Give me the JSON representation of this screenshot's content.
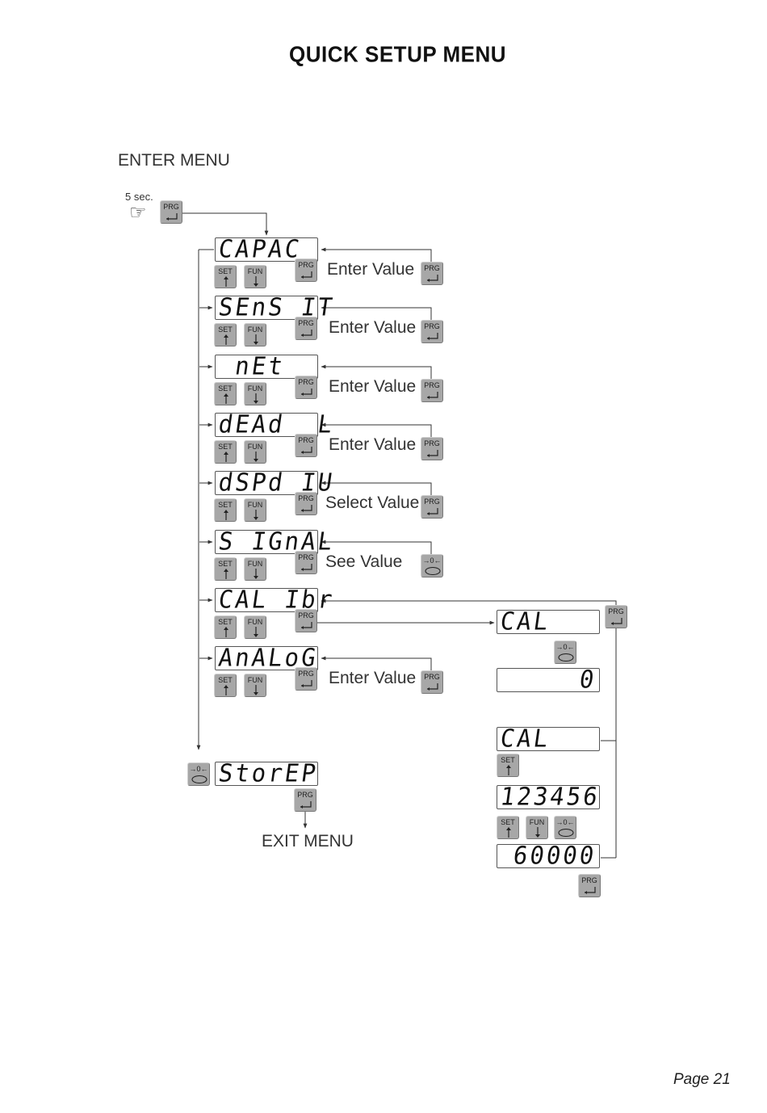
{
  "page": {
    "title": "QUICK SETUP MENU",
    "page_number": "Page 21"
  },
  "labels": {
    "enter_menu": "ENTER MENU",
    "exit_menu": "EXIT MENU",
    "hold_time": "5 sec.",
    "enter_value": "Enter Value",
    "select_value": "Select Value",
    "see_value": "See Value"
  },
  "keys": {
    "prg": "PRG",
    "set": "SET",
    "fun": "FUN",
    "zero": "→0←"
  },
  "menu_items": [
    {
      "display": "CAPAC",
      "action": "Enter Value"
    },
    {
      "display": "SEnS IT",
      "action": "Enter Value"
    },
    {
      "display": " nEt",
      "action": "Enter Value"
    },
    {
      "display": "dEAd  L",
      "action": "Enter Value"
    },
    {
      "display": "dSPd IU",
      "action": "Select Value"
    },
    {
      "display": "S IGnAL",
      "action": "See Value"
    },
    {
      "display": "CAL Ibr",
      "action": ""
    },
    {
      "display": "AnALoG",
      "action": "Enter Value"
    }
  ],
  "store_display": "StorEP",
  "calibration": {
    "display_1": "CAL",
    "display_2": "0",
    "display_3": "CAL",
    "display_4": "123456",
    "display_5": "60000"
  }
}
